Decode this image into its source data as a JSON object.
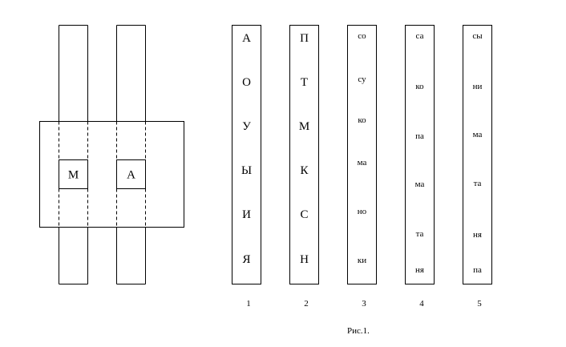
{
  "window": {
    "letter_m": "М",
    "letter_a": "А"
  },
  "strips": [
    {
      "number": "1",
      "kind": "letter",
      "items": [
        "А",
        "О",
        "У",
        "Ы",
        "И",
        "Я"
      ]
    },
    {
      "number": "2",
      "kind": "letter",
      "items": [
        "П",
        "Т",
        "М",
        "К",
        "С",
        "Н"
      ]
    },
    {
      "number": "3",
      "kind": "syllable",
      "items": [
        "со",
        "су",
        "ко",
        "ма",
        "но",
        "ки"
      ]
    },
    {
      "number": "4",
      "kind": "syllable",
      "items": [
        "са",
        "ко",
        "па",
        "ма",
        "та",
        "ня"
      ]
    },
    {
      "number": "5",
      "kind": "syllable",
      "items": [
        "сы",
        "ни",
        "ма",
        "та",
        "ня",
        "па"
      ]
    }
  ],
  "caption": "Рис.1."
}
